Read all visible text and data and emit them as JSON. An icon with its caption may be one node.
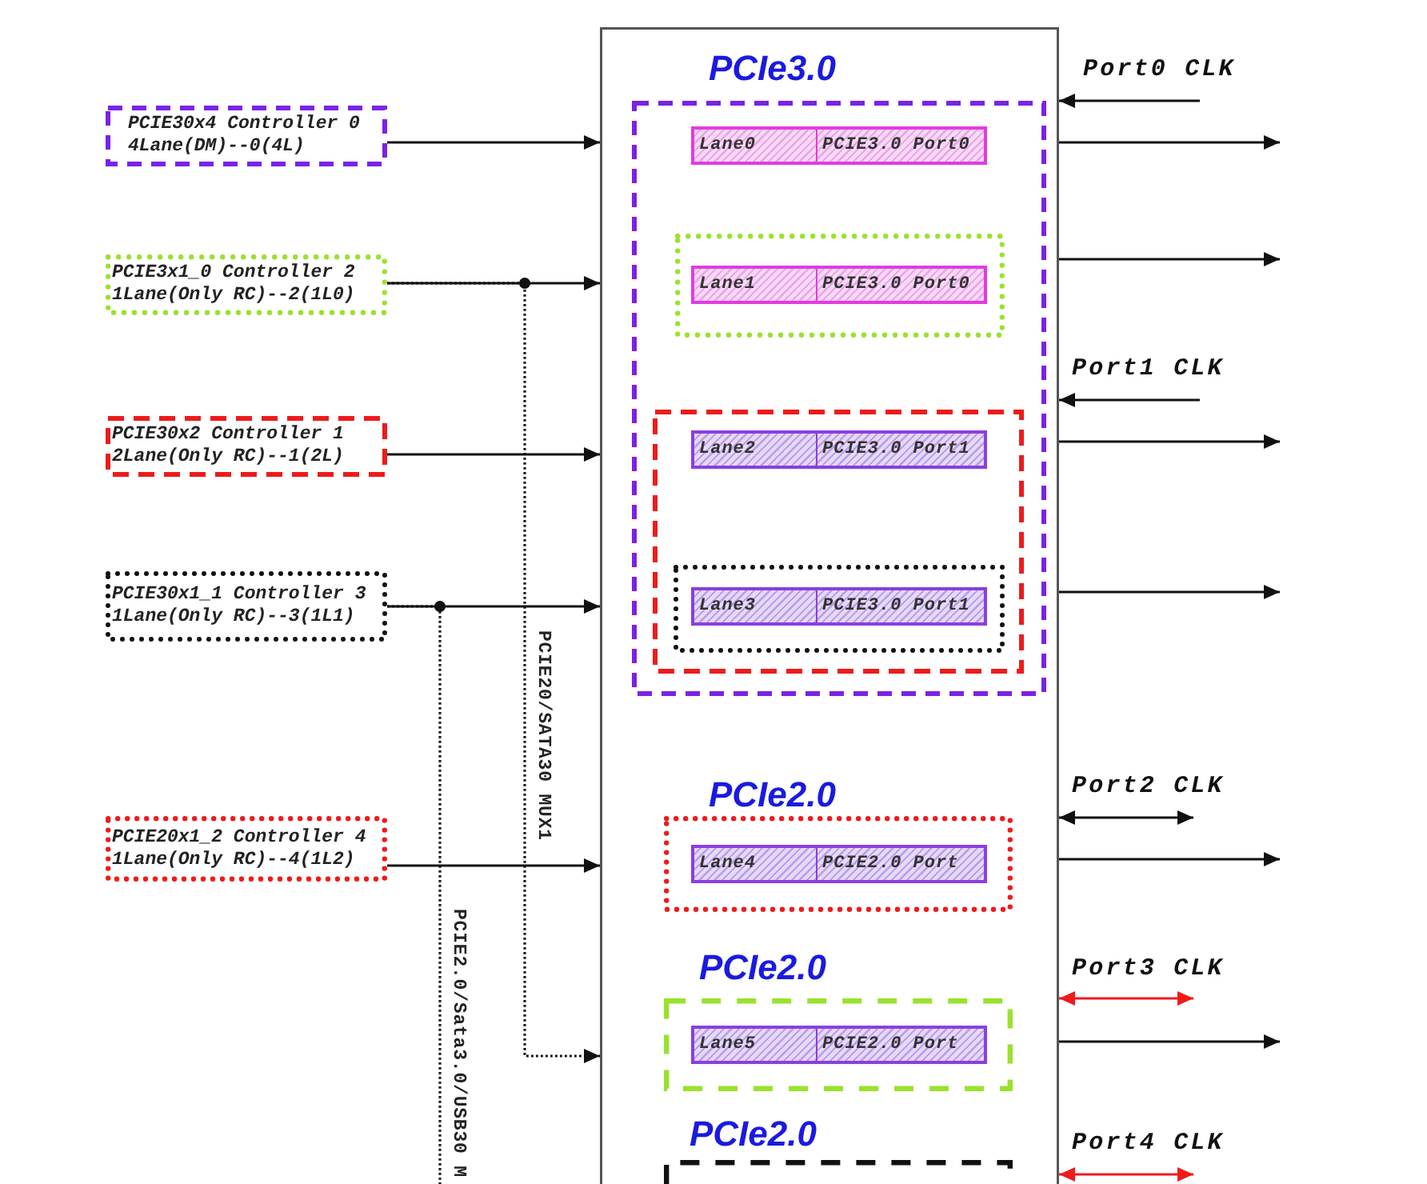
{
  "diagram": {
    "nodes": [
      {
        "text": [
          "PCIE30x4 Controller 0",
          "4Lane(DM)--0(4L)"
        ]
      },
      {
        "text": [
          "PCIE3x1_0 Controller 2",
          "1Lane(Only RC)--2(1L0)"
        ]
      },
      {
        "text": [
          "PCIE30x2 Controller 1",
          "2Lane(Only RC)--1(2L)"
        ]
      },
      {
        "text": [
          "PCIE30x1_1 Controller 3",
          "1Lane(Only RC)--3(1L1)"
        ]
      },
      {
        "text": [
          "PCIE20x1_2 Controller 4",
          "1Lane(Only RC)--4(1L2)"
        ]
      },
      {
        "text": [],
        "shape": "box"
      },
      {
        "text": [
          "PCIe3.0"
        ],
        "in": 5
      },
      {
        "text": [
          "Lane0",
          "PCIE3.0 Port0"
        ],
        "in": 6
      },
      {
        "text": [],
        "shape": "box",
        "in": 6
      },
      {
        "text": [
          "Lane1",
          "PCIE3.0 Port0"
        ],
        "in": 8
      },
      {
        "text": [],
        "shape": "box",
        "in": 6
      },
      {
        "text": [
          "Lane2",
          "PCIE3.0 Port1"
        ],
        "in": 10
      },
      {
        "text": [],
        "shape": "box",
        "in": 10
      },
      {
        "text": [
          "Lane3",
          "PCIE3.0 Port1"
        ],
        "in": 12
      },
      {
        "text": [
          "PCIe2.0"
        ],
        "in": 5
      },
      {
        "text": [
          "Lane4",
          "PCIE2.0 Port"
        ],
        "in": 14
      },
      {
        "text": [
          "PCIe2.0"
        ],
        "in": 5
      },
      {
        "text": [
          "Lane5",
          "PCIE2.0 Port"
        ],
        "in": 16
      },
      {
        "text": [
          "PCIe2.0"
        ],
        "in": 5
      }
    ],
    "edges": [
      {
        "from": 0,
        "to": 5,
        "arrow": "to"
      },
      {
        "from": 1,
        "to": 5,
        "arrow": "to"
      },
      {
        "from": 2,
        "to": 5,
        "arrow": "to"
      },
      {
        "from": 3,
        "to": 5,
        "arrow": "to"
      },
      {
        "from": 4,
        "to": 5,
        "arrow": "to"
      },
      {
        "from": 1,
        "to": 5,
        "arrow": "to",
        "label": "PCIE20/SATA30 MUX1",
        "style": "dashed"
      },
      {
        "from": 3,
        "to": null,
        "arrow": "none",
        "label": "PCIE2.0/Sata3.0/USB30 M",
        "style": "dashed"
      },
      {
        "from": null,
        "to": 5,
        "arrow": "to",
        "label": "Port0 CLK"
      },
      {
        "from": 5,
        "to": null,
        "arrow": "to"
      },
      {
        "from": 5,
        "to": null,
        "arrow": "to"
      },
      {
        "from": null,
        "to": 5,
        "arrow": "to",
        "label": "Port1 CLK"
      },
      {
        "from": 5,
        "to": null,
        "arrow": "to"
      },
      {
        "from": 5,
        "to": null,
        "arrow": "to"
      },
      {
        "from": 5,
        "to": null,
        "arrow": "both",
        "label": "Port2 CLK"
      },
      {
        "from": 5,
        "to": null,
        "arrow": "to"
      },
      {
        "from": 5,
        "to": null,
        "arrow": "both",
        "label": "Port3 CLK",
        "color": "#ee1b1b"
      },
      {
        "from": 5,
        "to": null,
        "arrow": "to"
      },
      {
        "from": 5,
        "to": null,
        "arrow": "both",
        "label": "Port4 CLK",
        "color": "#ee1b1b"
      }
    ]
  }
}
